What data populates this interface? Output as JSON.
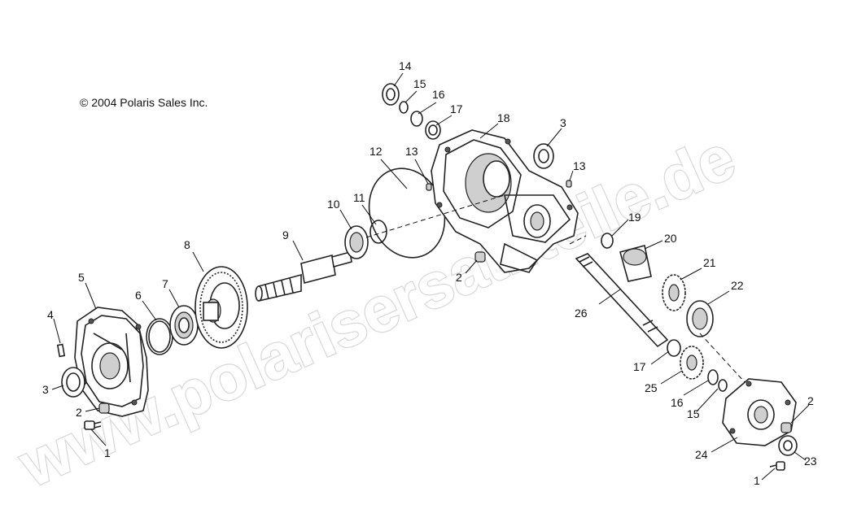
{
  "copyright": "© 2004 Polaris Sales Inc.",
  "watermark": "www.polarisersatzteile.de",
  "callouts": [
    {
      "id": "c14",
      "label": "14"
    },
    {
      "id": "c15a",
      "label": "15"
    },
    {
      "id": "c16a",
      "label": "16"
    },
    {
      "id": "c17a",
      "label": "17"
    },
    {
      "id": "c18",
      "label": "18"
    },
    {
      "id": "c3a",
      "label": "3"
    },
    {
      "id": "c13a",
      "label": "13"
    },
    {
      "id": "c13b",
      "label": "13"
    },
    {
      "id": "c12",
      "label": "12"
    },
    {
      "id": "c11",
      "label": "11"
    },
    {
      "id": "c10",
      "label": "10"
    },
    {
      "id": "c9",
      "label": "9"
    },
    {
      "id": "c8",
      "label": "8"
    },
    {
      "id": "c7",
      "label": "7"
    },
    {
      "id": "c6",
      "label": "6"
    },
    {
      "id": "c5",
      "label": "5"
    },
    {
      "id": "c4",
      "label": "4"
    },
    {
      "id": "c3b",
      "label": "3"
    },
    {
      "id": "c2a",
      "label": "2"
    },
    {
      "id": "c1a",
      "label": "1"
    },
    {
      "id": "c2b",
      "label": "2"
    },
    {
      "id": "c19",
      "label": "19"
    },
    {
      "id": "c20",
      "label": "20"
    },
    {
      "id": "c21",
      "label": "21"
    },
    {
      "id": "c22",
      "label": "22"
    },
    {
      "id": "c26",
      "label": "26"
    },
    {
      "id": "c17b",
      "label": "17"
    },
    {
      "id": "c25",
      "label": "25"
    },
    {
      "id": "c16b",
      "label": "16"
    },
    {
      "id": "c15b",
      "label": "15"
    },
    {
      "id": "c2c",
      "label": "2"
    },
    {
      "id": "c24",
      "label": "24"
    },
    {
      "id": "c23",
      "label": "23"
    },
    {
      "id": "c1b",
      "label": "1"
    }
  ]
}
